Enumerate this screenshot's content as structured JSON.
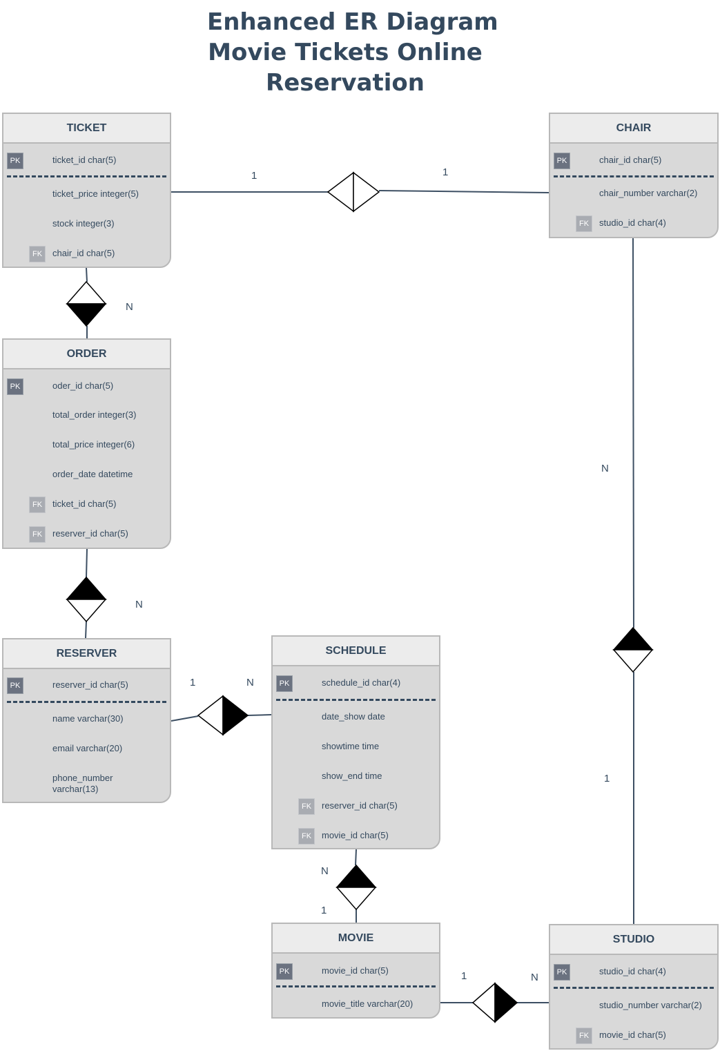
{
  "title": [
    "Enhanced ER Diagram",
    "Movie Tickets Online",
    "Reservation"
  ],
  "colors": {
    "line": "#3d4f63",
    "entity_body": "#d9d9d9",
    "entity_header": "#ececec",
    "text": "#34495e"
  },
  "entities": [
    {
      "name": "TICKET",
      "fields": [
        {
          "key": "PK",
          "label": "ticket_id char(5)"
        },
        {
          "divider": true
        },
        {
          "key": "",
          "label": "ticket_price integer(5)"
        },
        {
          "key": "",
          "label": "stock integer(3)"
        },
        {
          "key": "FK",
          "label": "chair_id char(5)"
        }
      ]
    },
    {
      "name": "CHAIR",
      "fields": [
        {
          "key": "PK",
          "label": "chair_id char(5)"
        },
        {
          "divider": true
        },
        {
          "key": "",
          "label": "chair_number varchar(2)"
        },
        {
          "key": "FK",
          "label": "studio_id char(4)"
        }
      ]
    },
    {
      "name": "ORDER",
      "fields": [
        {
          "key": "PK",
          "label": "oder_id char(5)"
        },
        {
          "key": "",
          "label": "total_order integer(3)"
        },
        {
          "key": "",
          "label": "total_price integer(6)"
        },
        {
          "key": "",
          "label": "order_date datetime"
        },
        {
          "key": "FK",
          "label": "ticket_id char(5)"
        },
        {
          "key": "FK",
          "label": "reserver_id char(5)"
        }
      ]
    },
    {
      "name": "RESERVER",
      "fields": [
        {
          "key": "PK",
          "label": "reserver_id char(5)"
        },
        {
          "divider": true
        },
        {
          "key": "",
          "label": "name varchar(30)"
        },
        {
          "key": "",
          "label": "email varchar(20)"
        },
        {
          "key": "",
          "label": "phone_number varchar(13)"
        }
      ]
    },
    {
      "name": "SCHEDULE",
      "fields": [
        {
          "key": "PK",
          "label": "schedule_id char(4)"
        },
        {
          "divider": true
        },
        {
          "key": "",
          "label": "date_show date"
        },
        {
          "key": "",
          "label": "showtime time"
        },
        {
          "key": "",
          "label": "show_end time"
        },
        {
          "key": "FK",
          "label": "reserver_id char(5)"
        },
        {
          "key": "FK",
          "label": "movie_id char(5)"
        }
      ]
    },
    {
      "name": "MOVIE",
      "fields": [
        {
          "key": "PK",
          "label": "movie_id char(5)"
        },
        {
          "divider": true
        },
        {
          "key": "",
          "label": "movie_title varchar(20)"
        }
      ]
    },
    {
      "name": "STUDIO",
      "fields": [
        {
          "key": "PK",
          "label": "studio_id char(4)"
        },
        {
          "divider": true
        },
        {
          "key": "",
          "label": "studio_number varchar(2)"
        },
        {
          "key": "FK",
          "label": "movie_id char(5)"
        }
      ]
    }
  ],
  "relationships": [
    {
      "from": "TICKET",
      "to": "CHAIR",
      "cardinality": [
        "1",
        "1"
      ]
    },
    {
      "from": "TICKET",
      "to": "ORDER",
      "cardinality": [
        "N"
      ]
    },
    {
      "from": "ORDER",
      "to": "RESERVER",
      "cardinality": [
        "N"
      ]
    },
    {
      "from": "RESERVER",
      "to": "SCHEDULE",
      "cardinality": [
        "1",
        "N"
      ]
    },
    {
      "from": "CHAIR",
      "to": "STUDIO",
      "cardinality": [
        "N",
        "1"
      ]
    },
    {
      "from": "SCHEDULE",
      "to": "MOVIE",
      "cardinality": [
        "N",
        "1"
      ]
    },
    {
      "from": "MOVIE",
      "to": "STUDIO",
      "cardinality": [
        "1",
        "N"
      ]
    }
  ]
}
